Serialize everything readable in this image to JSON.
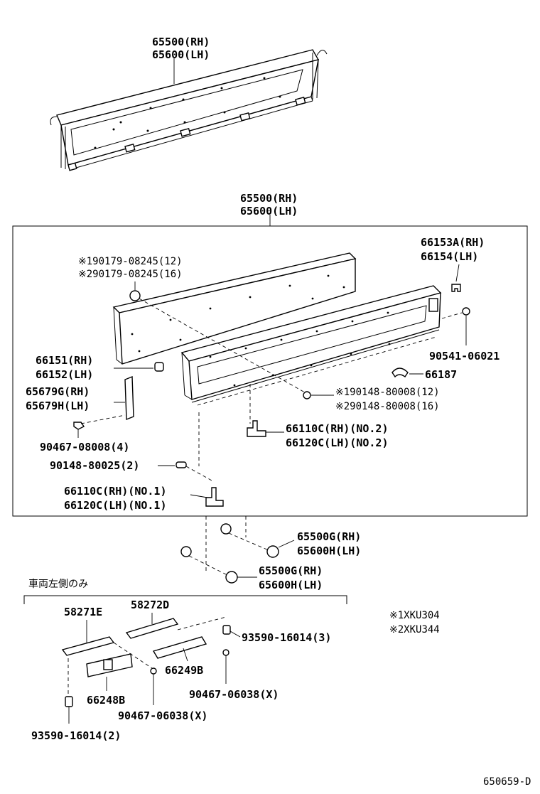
{
  "labels": {
    "top_rh": "65500(RH)",
    "top_lh": "65600(LH)",
    "box_rh": "65500(RH)",
    "box_lh": "65600(LH)",
    "screw_a": "※190179-08245(12)",
    "screw_b": "※290179-08245(16)",
    "p66153a": "66153A(RH)",
    "p66154": "66154(LH)",
    "p90541": "90541-06021",
    "p66151": "66151(RH)",
    "p66152": "66152(LH)",
    "p66187": "66187",
    "p65679g": "65679G(RH)",
    "p65679h": "65679H(LH)",
    "bolt_a": "※190148-80008(12)",
    "bolt_b": "※290148-80008(16)",
    "p90467_08008": "90467-08008(4)",
    "p66110c_no2": "66110C(RH)(NO.2)",
    "p66120c_no2": "66120C(LH)(NO.2)",
    "p90148": "90148-80025(2)",
    "p66110c_no1": "66110C(RH)(NO.1)",
    "p66120c_no1": "66120C(LH)(NO.1)",
    "p65500g_1": "65500G(RH)",
    "p65600h_1": "65600H(LH)",
    "p65500g_2": "65500G(RH)",
    "p65600h_2": "65600H(LH)",
    "left_only": "車両左側のみ",
    "p58271e": "58271E",
    "p58272d": "58272D",
    "p93590_3": "93590-16014(3)",
    "note_1": "※1XKU304",
    "note_2": "※2XKU344",
    "p66249b": "66249B",
    "p66248b": "66248B",
    "p90467_06038_a": "90467-06038(X)",
    "p90467_06038_b": "90467-06038(X)",
    "p93590_2": "93590-16014(2)",
    "diagram_code": "650659-D"
  }
}
